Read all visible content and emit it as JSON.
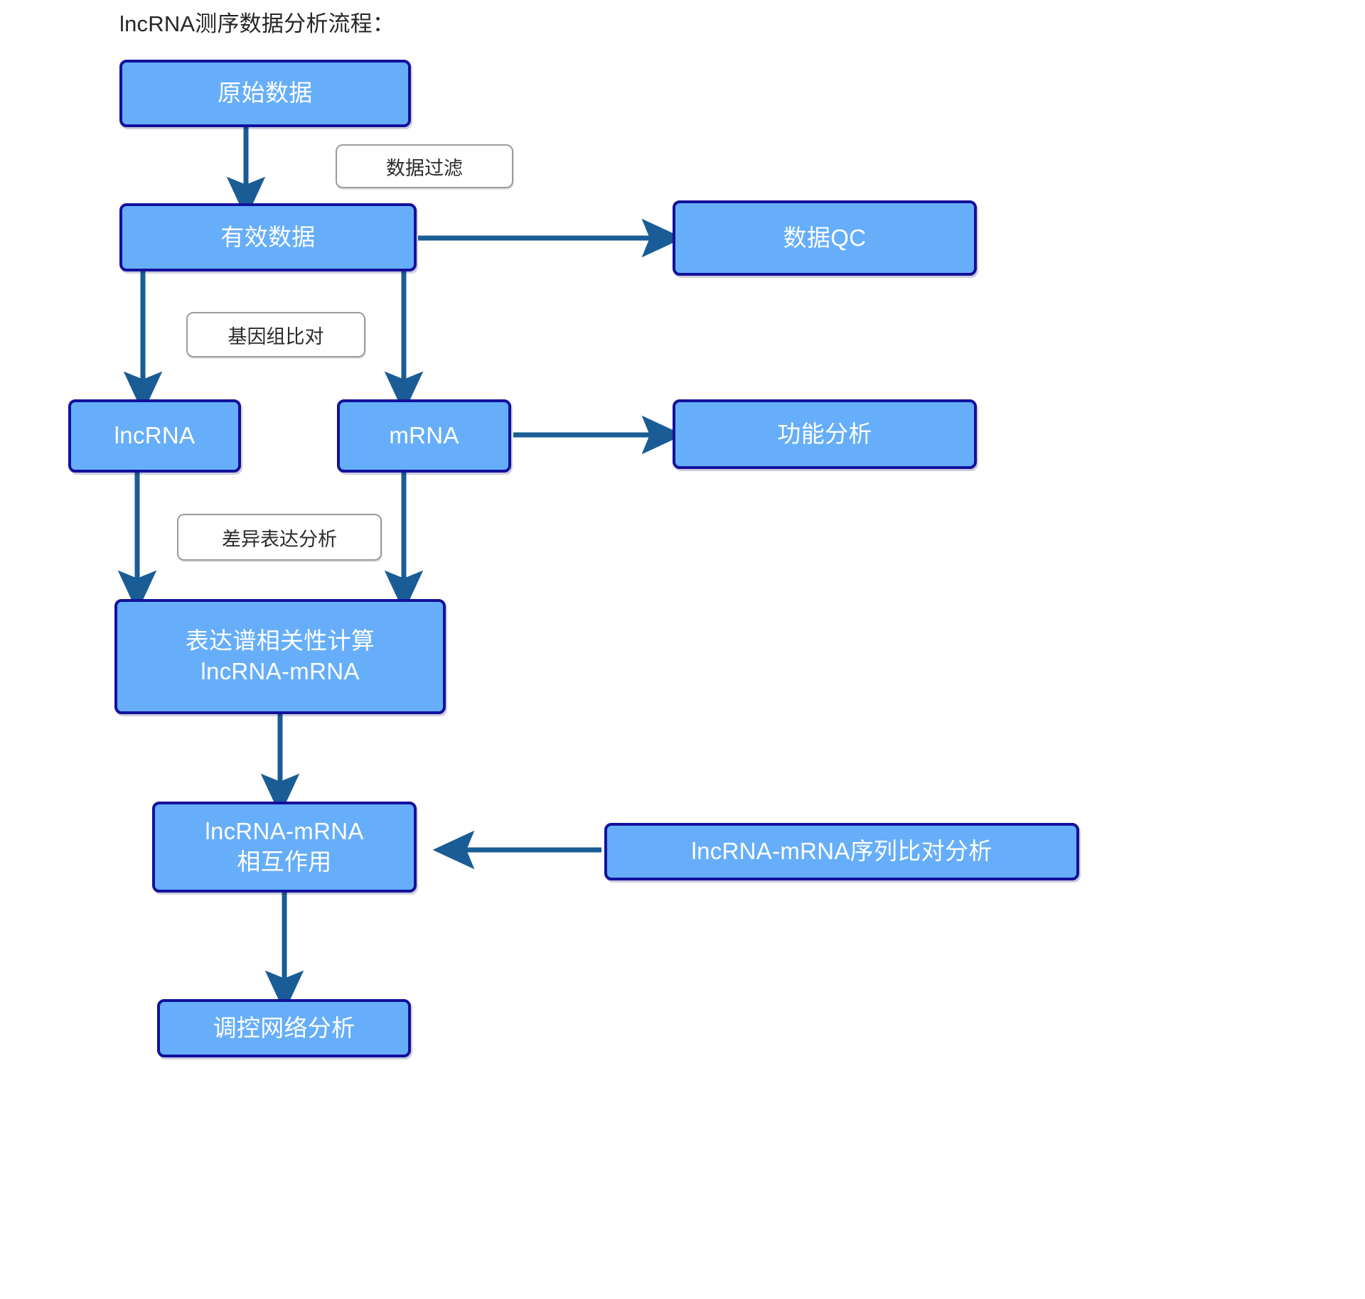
{
  "diagram": {
    "title": "lncRNA测序数据分析流程：",
    "colors": {
      "node_fill": "#66AEFA",
      "node_border": "#12119C",
      "node_text": "#FFFFFF",
      "arrow": "#1A5C96",
      "label_border": "#9B9B9B",
      "label_text": "#2B2B2B",
      "background": "#FFFFFF"
    },
    "nodes": [
      {
        "id": "raw-data",
        "label": "原始数据",
        "lines": [
          "原始数据"
        ]
      },
      {
        "id": "valid-data",
        "label": "有效数据",
        "lines": [
          "有效数据"
        ]
      },
      {
        "id": "data-qc",
        "label": "数据QC",
        "lines": [
          "数据QC"
        ]
      },
      {
        "id": "lncrna",
        "label": "lncRNA",
        "lines": [
          "lncRNA"
        ]
      },
      {
        "id": "mrna",
        "label": "mRNA",
        "lines": [
          "mRNA"
        ]
      },
      {
        "id": "function-analysis",
        "label": "功能分析",
        "lines": [
          "功能分析"
        ]
      },
      {
        "id": "correlation",
        "label": "表达谱相关性计算 lncRNA-mRNA",
        "lines": [
          "表达谱相关性计算",
          "lncRNA-mRNA"
        ]
      },
      {
        "id": "interaction",
        "label": "lncRNA-mRNA 相互作用",
        "lines": [
          "lncRNA-mRNA",
          "相互作用"
        ]
      },
      {
        "id": "seq-alignment",
        "label": "lncRNA-mRNA序列比对分析",
        "lines": [
          "lncRNA-mRNA序列比对分析"
        ]
      },
      {
        "id": "network",
        "label": "调控网络分析",
        "lines": [
          "调控网络分析"
        ]
      }
    ],
    "edge_labels": [
      {
        "id": "data-filter",
        "label": "数据过滤"
      },
      {
        "id": "genome-align",
        "label": "基因组比对"
      },
      {
        "id": "diff-express",
        "label": "差异表达分析"
      }
    ],
    "edges": [
      {
        "from": "raw-data",
        "to": "valid-data",
        "label": "数据过滤"
      },
      {
        "from": "valid-data",
        "to": "data-qc",
        "label": ""
      },
      {
        "from": "valid-data",
        "to": "lncRNA",
        "label": "基因组比对"
      },
      {
        "from": "valid-data",
        "to": "mRNA",
        "label": ""
      },
      {
        "from": "mrna",
        "to": "function-analysis",
        "label": ""
      },
      {
        "from": "lncrna",
        "to": "correlation",
        "label": "差异表达分析"
      },
      {
        "from": "mrna",
        "to": "correlation",
        "label": ""
      },
      {
        "from": "correlation",
        "to": "interaction",
        "label": ""
      },
      {
        "from": "seq-alignment",
        "to": "interaction",
        "label": ""
      },
      {
        "from": "interaction",
        "to": "network",
        "label": ""
      }
    ]
  }
}
